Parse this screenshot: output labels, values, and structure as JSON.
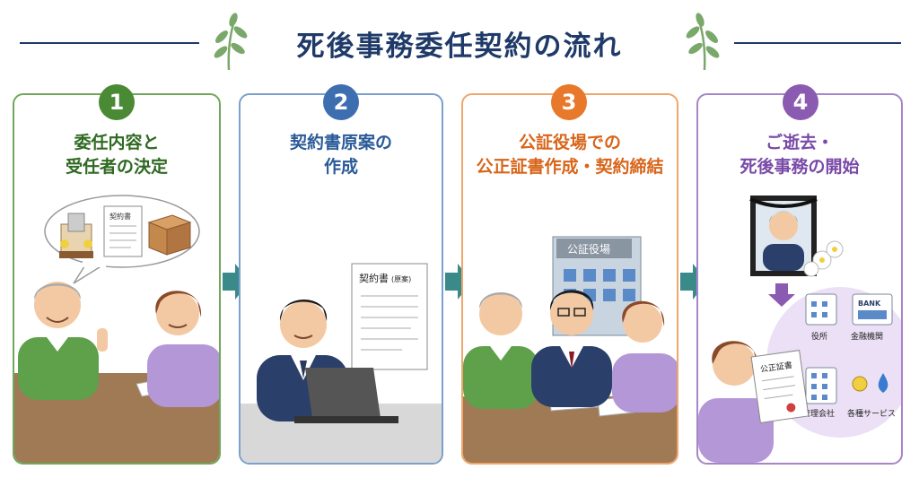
{
  "title": "死後事務委任契約の流れ",
  "steps": [
    {
      "number": "1",
      "color": "#4a8a34",
      "lines": [
        "委任内容と",
        "受任者の決定"
      ]
    },
    {
      "number": "2",
      "color": "#3d6fb0",
      "lines": [
        "契約書原案の",
        "作成"
      ]
    },
    {
      "number": "3",
      "color": "#e8782a",
      "lines": [
        "公証役場での",
        "公正証書作成・契約締結"
      ]
    },
    {
      "number": "4",
      "color": "#8a5bb0",
      "lines": [
        "ご逝去・",
        "死後事務の開始"
      ]
    }
  ],
  "labels": {
    "contract": "契約書",
    "draft_title": "契約書",
    "draft_suffix": "(原案)",
    "notary_office": "公証役場",
    "notarial_deed": "公正証書",
    "bank_sign": "BANK"
  },
  "services": {
    "city_office": "役所",
    "financial": "金融機関",
    "management": "管理会社",
    "utilities": "各種サービス"
  },
  "colors": {
    "title": "#1f3a68",
    "arrow": "#3a8a8a",
    "leaf": "#7aa86a"
  }
}
